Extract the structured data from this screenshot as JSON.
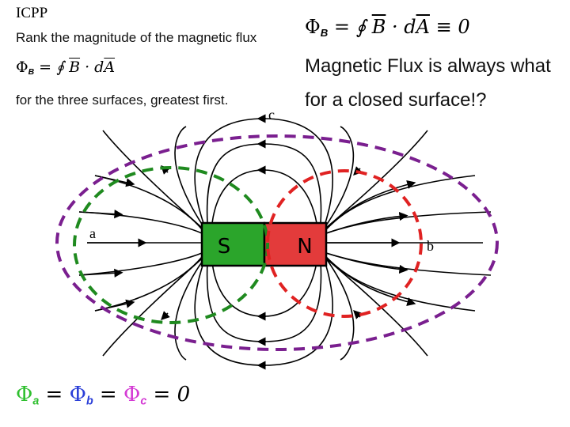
{
  "header": {
    "tag": "ICPP"
  },
  "question": {
    "line1": "Rank the magnitude of the magnetic flux",
    "equation": "Φ_B = ∮ B · dA",
    "line2": "for the three surfaces, greatest first."
  },
  "answer": {
    "equation": "Φ_B = ∮ B · dA ≡ 0",
    "line1": "Magnetic Flux is always what",
    "line2": "for a closed surface!?"
  },
  "surfaces": {
    "a": "a",
    "b": "b",
    "c": "c"
  },
  "magnet": {
    "south": "S",
    "north": "N"
  },
  "colors": {
    "south": "#2ba52b",
    "north": "#e33b3b",
    "surface_a": "#1f8a1f",
    "surface_b": "#e02222",
    "surface_c": "#7a1f8f",
    "phi_a": "#2fbf2f",
    "phi_b": "#2b3fd8",
    "phi_c": "#d43ad4"
  },
  "final": {
    "text": "Φa = Φb = Φc = 0"
  }
}
